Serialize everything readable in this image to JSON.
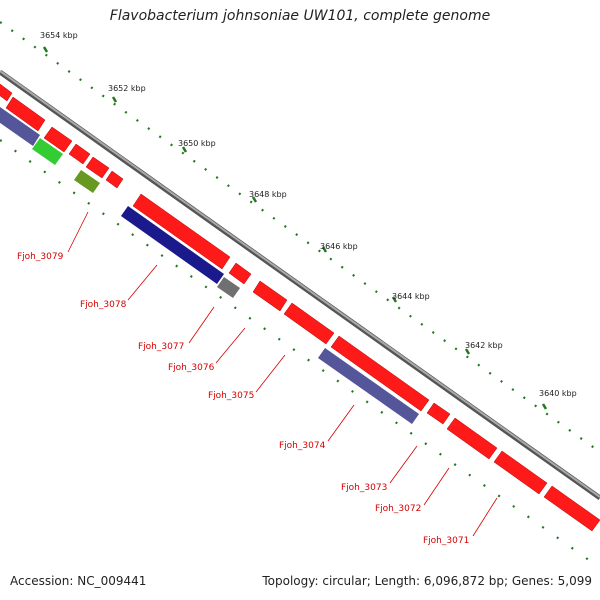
{
  "title": "Flavobacterium johnsoniae UW101, complete genome",
  "footer": {
    "accession": "Accession: NC_009441",
    "summary": "Topology: circular; Length: 6,096,872 bp; Genes: 5,099"
  },
  "colors": {
    "gene_red": "#ff1a1a",
    "gene_blue": "#1a1a8c",
    "gene_purple": "#55559a",
    "gene_green": "#33cc33",
    "gene_olive": "#669922",
    "gene_gray": "#707070",
    "backbone": "#8a8a8a",
    "tick": "#227722",
    "label": "#d40000"
  },
  "tick_labels": [
    "3654 kbp",
    "3652 kbp",
    "3650 kbp",
    "3648 kbp",
    "3646 kbp",
    "3644 kbp",
    "3642 kbp",
    "3640 kbp"
  ],
  "gene_labels": [
    "Fjoh_3079",
    "Fjoh_3078",
    "Fjoh_3077",
    "Fjoh_3076",
    "Fjoh_3075",
    "Fjoh_3074",
    "Fjoh_3073",
    "Fjoh_3072",
    "Fjoh_3071"
  ]
}
